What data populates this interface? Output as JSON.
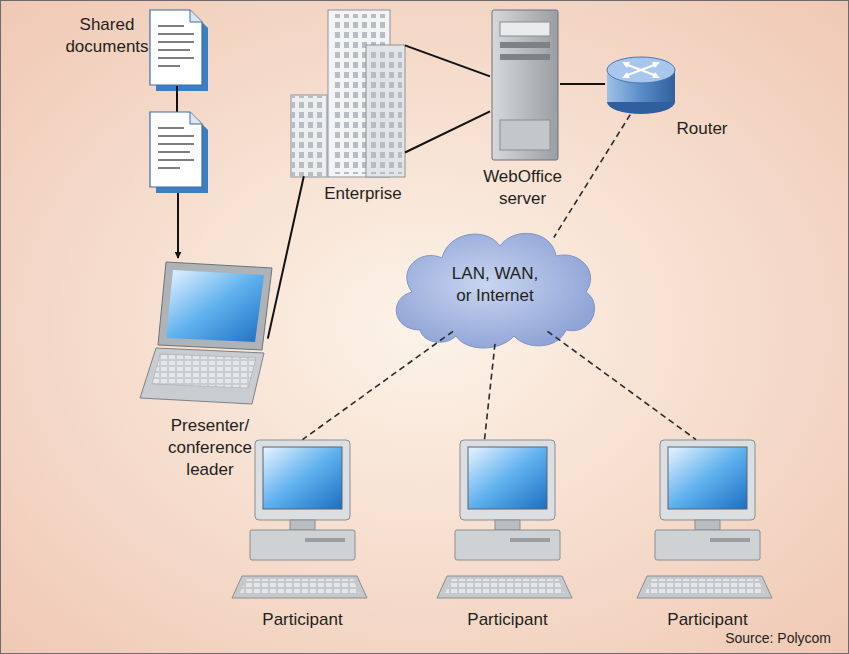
{
  "diagram": {
    "nodes": [
      {
        "text": [
          "Shared documents"
        ]
      },
      {
        "text": [
          "Presenter/ conference leader"
        ]
      },
      {
        "text": [
          "Enterprise"
        ]
      },
      {
        "text": [
          "WebOffice server"
        ]
      },
      {
        "text": [
          "Router"
        ]
      },
      {
        "text": [
          "LAN, WAN, or Internet"
        ]
      },
      {
        "text": [
          "Participant"
        ]
      },
      {
        "text": [
          "Participant"
        ]
      },
      {
        "text": [
          "Participant"
        ]
      }
    ],
    "edges": [
      {
        "from": 0,
        "to": 1,
        "arrow": "to"
      },
      {
        "from": 1,
        "to": 2,
        "arrow": "none"
      },
      {
        "from": 2,
        "to": 3,
        "arrow": "none"
      },
      {
        "from": 2,
        "to": 3,
        "arrow": "none"
      },
      {
        "from": 3,
        "to": 4,
        "arrow": "none"
      },
      {
        "from": 4,
        "to": 5,
        "arrow": "none"
      },
      {
        "from": 5,
        "to": 6,
        "arrow": "none"
      },
      {
        "from": 5,
        "to": 7,
        "arrow": "none"
      },
      {
        "from": 5,
        "to": 8,
        "arrow": "none"
      }
    ],
    "labels": [
      "Source: Polycom"
    ]
  }
}
